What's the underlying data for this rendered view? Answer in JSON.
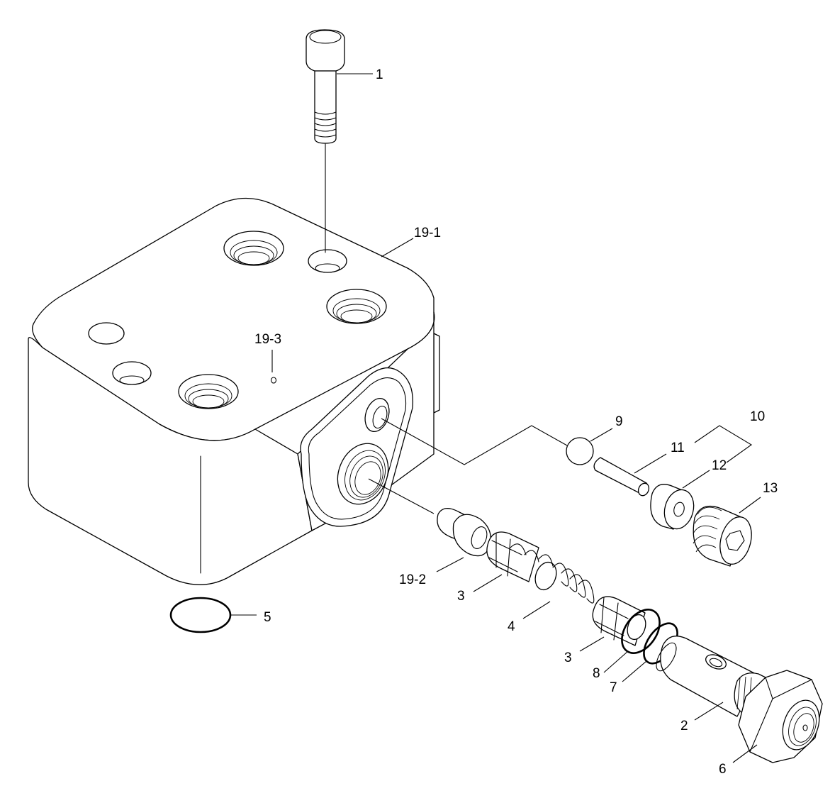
{
  "diagram": {
    "callouts": {
      "c1": "1",
      "c2": "2",
      "c3a": "3",
      "c3b": "3",
      "c4": "4",
      "c5": "5",
      "c6": "6",
      "c7": "7",
      "c8": "8",
      "c9": "9",
      "c10": "10",
      "c11": "11",
      "c12": "12",
      "c13": "13",
      "c19_1": "19-1",
      "c19_2": "19-2",
      "c19_3": "19-3"
    }
  }
}
